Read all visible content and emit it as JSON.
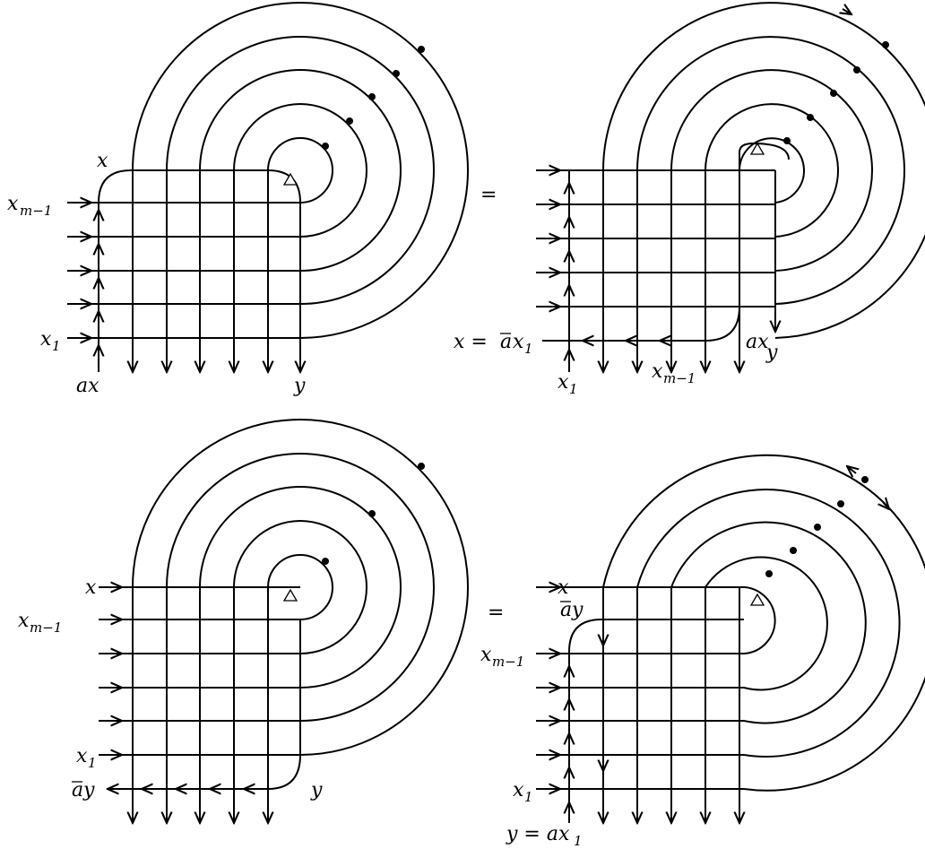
{
  "panels": {
    "top_left": {
      "labels": [
        "x",
        "x",
        "m−1",
        "x",
        "1",
        "ax",
        "y"
      ]
    },
    "top_right": {
      "labels": [
        "x = ",
        "a",
        "x",
        "1",
        "ax",
        "y",
        "x",
        "1",
        "x",
        "m−1"
      ]
    },
    "bottom_left": {
      "labels": [
        "x",
        "x",
        "m−1",
        "x",
        "1",
        "a",
        "y",
        "y"
      ]
    },
    "bottom_right": {
      "labels": [
        "x",
        "a",
        "y",
        "x",
        "m−1",
        "x",
        "1",
        "y = ax",
        "1"
      ]
    }
  },
  "equals": [
    "=",
    "="
  ],
  "colors": {
    "stroke": "#000000",
    "background": "#ffffff"
  }
}
